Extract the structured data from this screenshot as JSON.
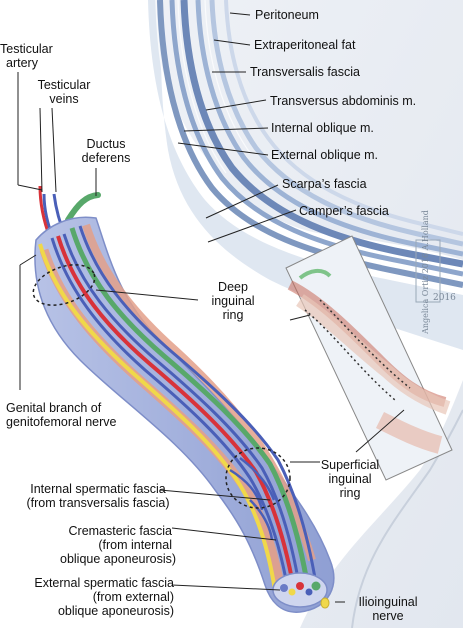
{
  "labels": {
    "peritoneum": "Peritoneum",
    "extraperitoneal_fat": "Extraperitoneal fat",
    "transversalis_fascia": "Transversalis fascia",
    "transversus_abdominis": "Transversus abdominis m.",
    "internal_oblique": "Internal oblique m.",
    "external_oblique": "External oblique m.",
    "scarpas_fascia": "Scarpa’s fascia",
    "campers_fascia": "Camper’s fascia",
    "testicular_artery": "Testicular\nartery",
    "testicular_veins": "Testicular\nveins",
    "ductus_deferens": "Ductus\ndeferens",
    "deep_inguinal_ring": "Deep\ninguinal\nring",
    "genital_branch": "Genital branch of\ngenitofemoral nerve",
    "superficial_inguinal_ring": "Superficial\ninguinal\nring",
    "internal_spermatic_fascia": "Internal spermatic fascia\n(from transversalis fascia)",
    "cremasteric_fascia": "Cremasteric fascia\n(from internal\noblique aponeurosis)",
    "external_spermatic_fascia": "External spermatic fascia\n(from external)\noblique aponeurosis)",
    "ilioinguinal_nerve": "Ilioinguinal\nnerve"
  },
  "artist_signature": {
    "text": "Angelica Ortiz 2016 A.Holland",
    "year": "2016"
  },
  "colors": {
    "artery": "#d8333a",
    "vein": "#4a5fb8",
    "ductus": "#58a86a",
    "nerve": "#f0d84a",
    "cremaster": "#e3a08a",
    "fascia": "#b8c4e4",
    "wall_layers": "#a9bed8",
    "skin": "#f2f4f8"
  }
}
